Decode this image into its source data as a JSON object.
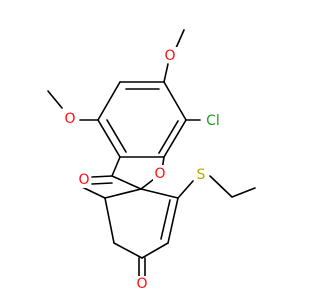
{
  "colors": {
    "bond": "#000000",
    "carbon": "#000000",
    "oxygen": "#ff0d0d",
    "chlorine": "#1fa01f",
    "sulfur": "#b8a800"
  },
  "atoms": {
    "o_top": "O",
    "o_left": "O",
    "cl": "Cl",
    "o_ketone": "O",
    "o_ring": "O",
    "s": "S",
    "o_bottom": "O"
  }
}
